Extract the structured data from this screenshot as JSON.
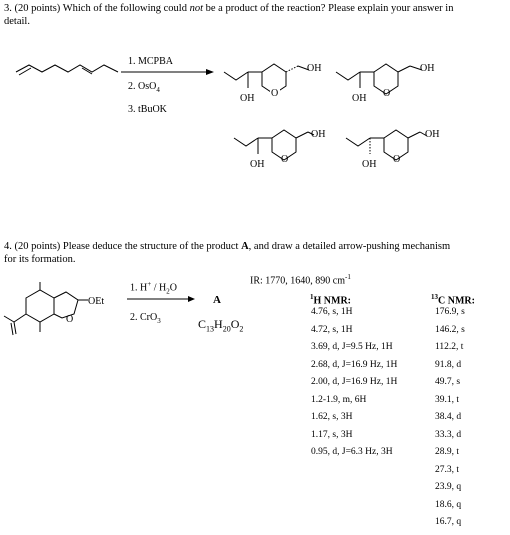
{
  "q3": {
    "text_a": "3. (20 points) Which of the following could ",
    "text_not": "not",
    "text_b": " be a product of the reaction? Please explain your answer in",
    "text_line2": "detail.",
    "reagent1": "1. MCPBA",
    "reagent2": "2. OsO",
    "reagent2_sub": "4",
    "reagent3": "3. tBuOK",
    "oh_label": "OH"
  },
  "q4": {
    "line1_a": "4. (20 points)  Please deduce the structure of the product ",
    "line1_bold": "A",
    "line1_b": ", and draw a detailed arrow-pushing mechanism",
    "line2": "for its formation.",
    "reagent1_pre": "1. H",
    "reagent1_sup": "+",
    "reagent1_mid": " / H",
    "reagent1_sub": "2",
    "reagent1_post": "O",
    "reagent2_pre": "2. CrO",
    "reagent2_sub": "3",
    "product_label": "A",
    "formula": {
      "c": "C",
      "c_n": "13",
      "h": "H",
      "h_n": "20",
      "o": "O",
      "o_n": "2"
    },
    "oet_label": "OEt",
    "o_label": "O",
    "ir": {
      "pre": "IR:  1770, 1640, 890 cm",
      "sup": "-1"
    },
    "hnmr": {
      "title_sup": "1",
      "title": "H NMR:",
      "rows": [
        "4.76, s, 1H",
        "4.72, s, 1H",
        "3.69, d, J=9.5 Hz, 1H",
        "2.68, d, J=16.9 Hz, 1H",
        "2.00, d, J=16.9 Hz, 1H",
        "1.2-1.9, m, 6H",
        "1.62, s, 3H",
        "1.17, s, 3H",
        "0.95, d, J=6.3 Hz, 3H"
      ]
    },
    "cnmr": {
      "title_sup": "13",
      "title": "C NMR:",
      "rows": [
        "176.9, s",
        "146.2, s",
        "112.2, t",
        "91.8, d",
        "49.7, s",
        "39.1, t",
        "38.4, d",
        "33.3, d",
        "28.9, t",
        "27.3, t",
        "23.9, q",
        "18.6, q",
        "16.7, q"
      ]
    }
  }
}
